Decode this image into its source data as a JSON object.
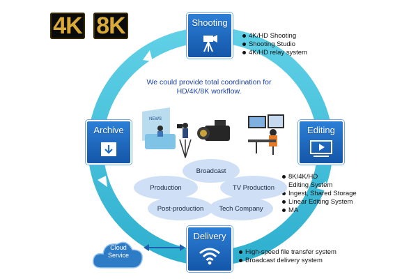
{
  "badges": {
    "badge_4k": "4K",
    "badge_8k": "8K"
  },
  "center_text": {
    "line1": "We could provide total coordination for",
    "line2": "HD/4K/8K workflow."
  },
  "nodes": {
    "shooting": {
      "label": "Shooting",
      "icon": "camera-tripod-icon"
    },
    "editing": {
      "label": "Editing",
      "icon": "monitor-play-icon"
    },
    "archive": {
      "label": "Archive",
      "icon": "archive-box-icon"
    },
    "delivery": {
      "label": "Delivery",
      "icon": "wifi-signal-icon"
    }
  },
  "shooting_list": [
    "4K/HD Shooting",
    "Shooting Studio",
    "4K/HD relay system"
  ],
  "editing_list": [
    "8K/4K/HD",
    "Editing System",
    "Ingest, Shared Storage",
    "Linear Editing System",
    "MA"
  ],
  "delivery_list": [
    "High-speed file transfer system",
    "Broadcast delivery system"
  ],
  "sectors": {
    "broadcast": "Broadcast",
    "production": "Production",
    "tv_production": "TV Production",
    "post_production": "Post-production",
    "tech_company": "Tech Company"
  },
  "cloud": {
    "line1": "Cloud",
    "line2": "Service"
  },
  "illustration": {
    "news_sign": "NEWS"
  },
  "colors": {
    "ring": "#4cc3dc",
    "node": "#1e6cc8",
    "text_blue": "#1a3fa8",
    "ellipse": "#cfe0f6",
    "cloud": "#2f7cc6"
  }
}
